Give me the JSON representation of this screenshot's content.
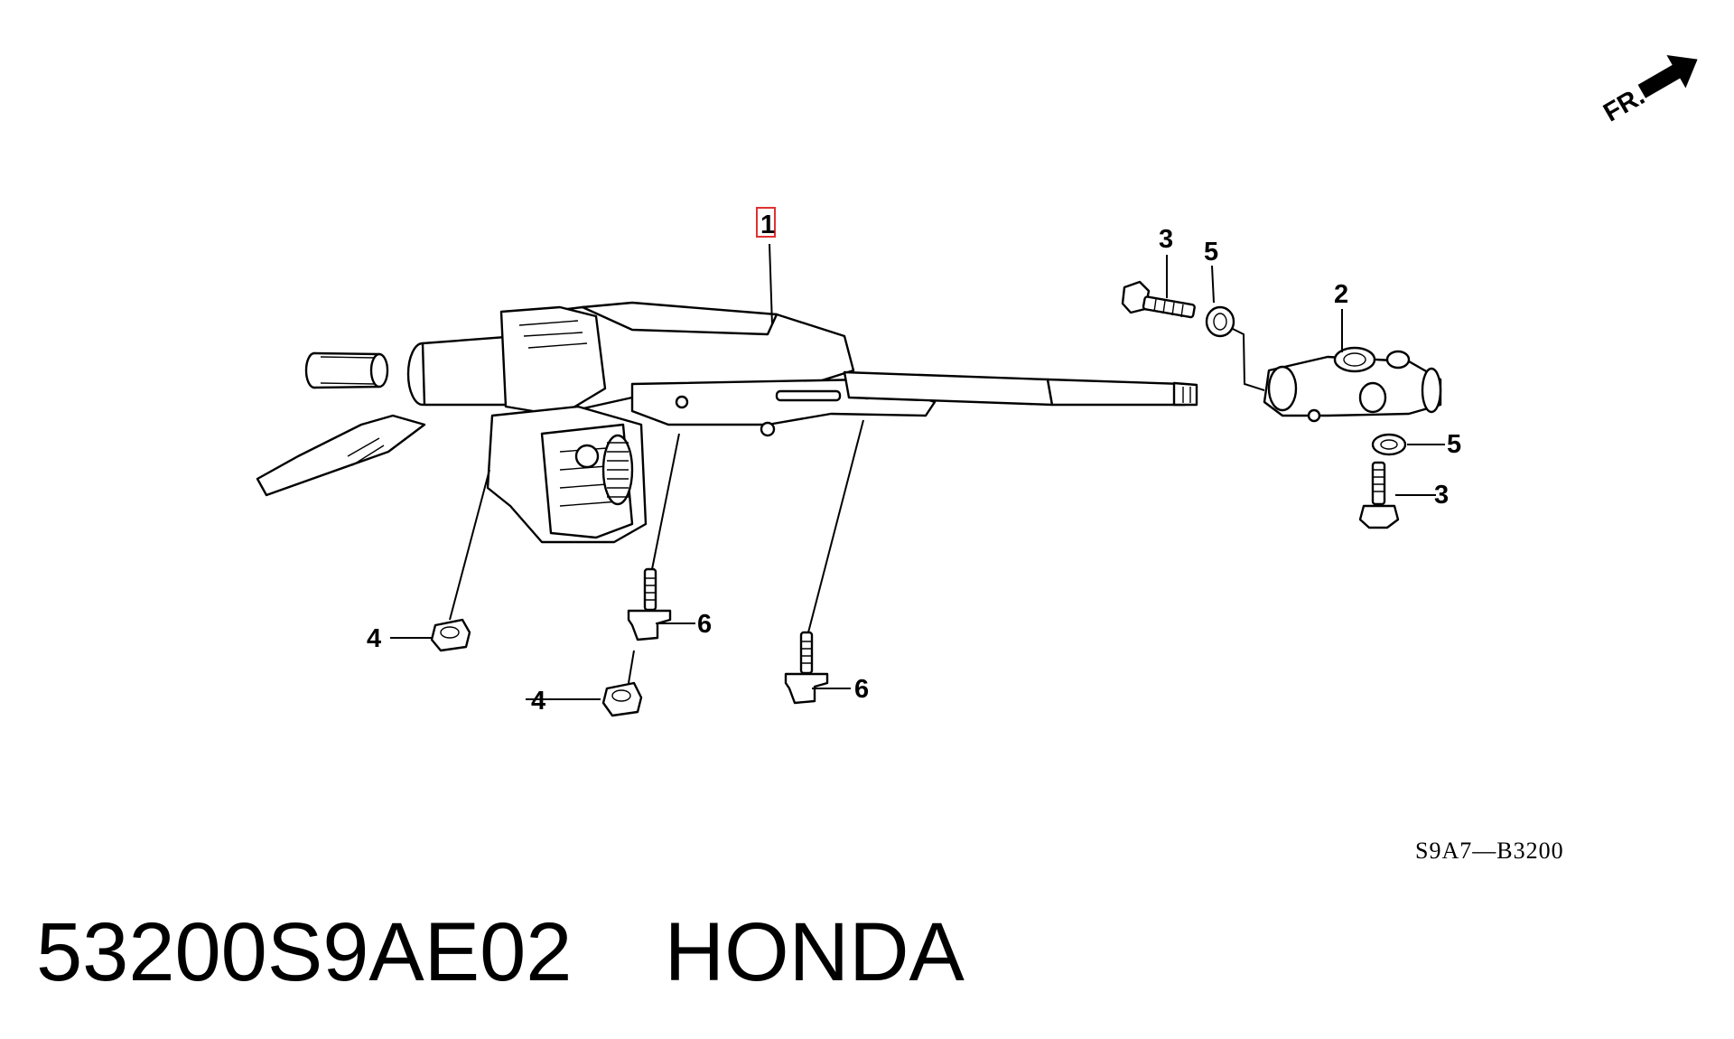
{
  "diagram": {
    "callouts": {
      "c1": "1",
      "c2": "2",
      "c3a": "3",
      "c3b": "3",
      "c4a": "4",
      "c4b": "4",
      "c5a": "5",
      "c5b": "5",
      "c6a": "6",
      "c6b": "6"
    },
    "direction_label": "FR.",
    "diagram_code": "S9A7—B3200",
    "highlight_color": "#e03030"
  },
  "footer": {
    "part_number": "53200S9AE02",
    "brand": "HONDA"
  }
}
